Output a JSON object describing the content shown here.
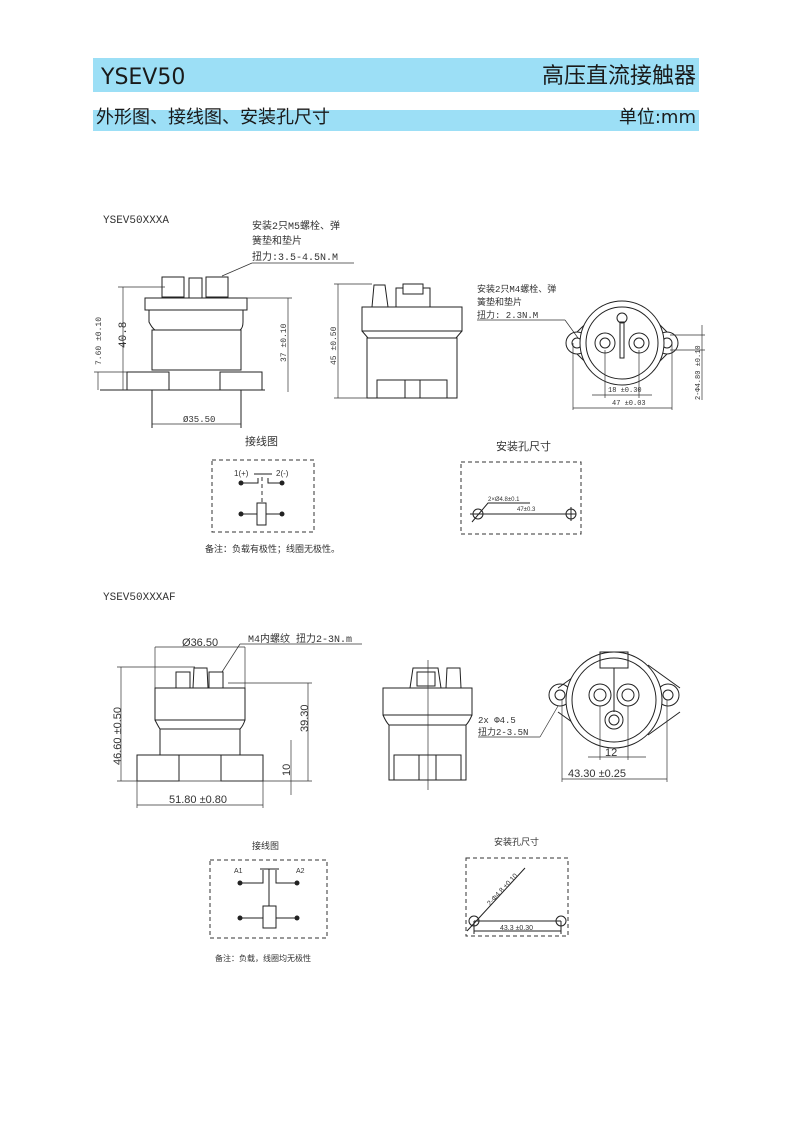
{
  "header": {
    "model": "YSEV50",
    "product": "高压直流接触器"
  },
  "section_bar": {
    "title": "外形图、接线图、安装孔尺寸",
    "unit": "单位:mm"
  },
  "variant_a": {
    "label": "YSEV50XXXA",
    "note_bolts": [
      "安装2只M5螺栓、弹",
      "簧垫和垫片",
      "扭力:3.5-4.5N.M"
    ],
    "dims": {
      "height_total": "40.8",
      "base_height": "7.60 ±0.10",
      "cap_height": "37 ±0.10",
      "diameter": "35.50",
      "side_height": "45 ±0.50"
    },
    "top_note": [
      "安装2只M4螺栓、弹",
      "簧垫和垫片",
      "扭力: 2.3N.M"
    ],
    "top_dims": {
      "terminal_spacing": "18 ±0.30",
      "hole_spacing": "47 ±0.03",
      "hole_dia": "2-Φ4.80 ±0.10"
    },
    "wiring_title": "接线图",
    "wiring_labels": {
      "pos": "1(+)",
      "neg": "2(-)"
    },
    "mount_title": "安装孔尺寸",
    "mount_dims": {
      "holes": "2×Ø4.8±0.1",
      "spacing": "47±0.3"
    },
    "remark": "备注：负载有极性；线圈无极性。"
  },
  "variant_af": {
    "label": "YSEV50XXXAF",
    "note_thread": "M4内螺纹 扭力2-3N.m",
    "dims": {
      "diameter": "36.50",
      "height_total": "46.60 ±0.50",
      "cap_height": "39.30",
      "base_height": "10",
      "base_width": "51.80 ±0.80"
    },
    "top_note": [
      "2x Φ4.5",
      "扭力2-3.5N"
    ],
    "top_dims": {
      "terminal_spacing": "12",
      "hole_spacing": "43.30 ±0.25"
    },
    "wiring_title": "接线图",
    "wiring_labels": {
      "a1": "A1",
      "a2": "A2"
    },
    "mount_title": "安装孔尺寸",
    "mount_dims": {
      "holes": "2-Φ4.8 ±0.10",
      "spacing": "43.3 ±0.30"
    },
    "remark": "备注：负载，线圈均无极性"
  }
}
